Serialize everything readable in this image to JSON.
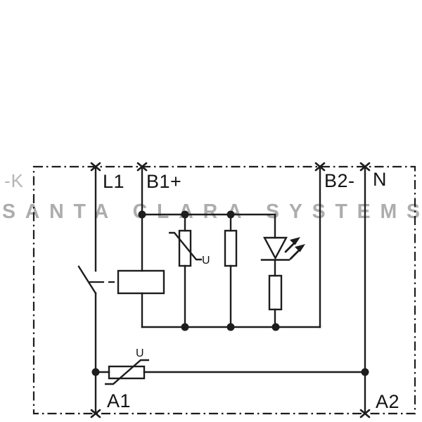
{
  "colors": {
    "line": "#1d1d1d",
    "label": "#141414",
    "watermark": "#adadad",
    "designator": "#b6b6b6",
    "background": "#ffffff"
  },
  "watermark": {
    "text": "SANTA CLARA SYSTEMS"
  },
  "schematic": {
    "designator": "-K",
    "terminals": {
      "l1": "L1",
      "b1_plus": "B1+",
      "b2_minus": "B2-",
      "n": "N",
      "a1": "A1",
      "a2": "A2"
    },
    "voltage_labels": {
      "upper_varistor": "U",
      "lower_varistor": "U"
    }
  }
}
